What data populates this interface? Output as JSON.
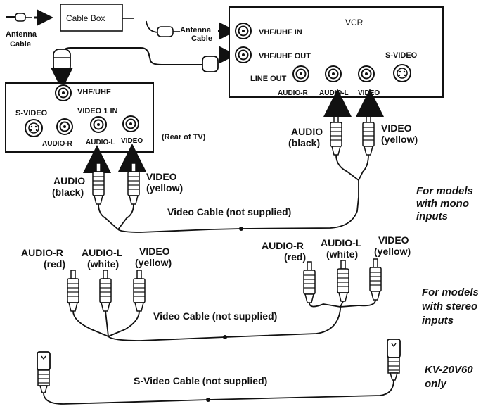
{
  "top": {
    "antenna_cable_line1": "Antenna",
    "antenna_cable_line2": "Cable",
    "cable_box": "Cable Box",
    "antenna_cable2_line1": "Antenna",
    "antenna_cable2_line2": "Cable"
  },
  "vcr": {
    "title": "VCR",
    "vhf_in": "VHF/UHF IN",
    "vhf_out": "VHF/UHF OUT",
    "line_out": "LINE OUT",
    "s_video": "S-VIDEO",
    "audio_r": "AUDIO-R",
    "audio_l": "AUDIO-L",
    "video": "VIDEO"
  },
  "tv": {
    "vhf_uhf": "VHF/UHF",
    "s_video": "S-VIDEO",
    "video1_in": "VIDEO 1 IN",
    "audio_r": "AUDIO-R",
    "audio_l": "AUDIO-L",
    "video": "VIDEO",
    "rear_label": "(Rear of TV)"
  },
  "mono": {
    "left_audio_1": "AUDIO",
    "left_audio_2": "(black)",
    "left_video_1": "VIDEO",
    "left_video_2": "(yellow)",
    "right_audio_1": "AUDIO",
    "right_audio_2": "(black)",
    "right_video_1": "VIDEO",
    "right_video_2": "(yellow)",
    "cable_label": "Video Cable (not supplied)",
    "side_1": "For models",
    "side_2": "with mono",
    "side_3": "inputs"
  },
  "stereo": {
    "l_audio_r_1": "AUDIO-R",
    "l_audio_r_2": "(red)",
    "l_audio_l_1": "AUDIO-L",
    "l_audio_l_2": "(white)",
    "l_video_1": "VIDEO",
    "l_video_2": "(yellow)",
    "r_audio_r_1": "AUDIO-R",
    "r_audio_r_2": "(red)",
    "r_audio_l_1": "AUDIO-L",
    "r_audio_l_2": "(white)",
    "r_video_1": "VIDEO",
    "r_video_2": "(yellow)",
    "cable_label": "Video Cable (not supplied)",
    "side_1": "For models",
    "side_2": "with stereo",
    "side_3": "inputs"
  },
  "svideo": {
    "cable_label": "S-Video Cable (not supplied)",
    "side_1": "KV-20V60",
    "side_2": "only"
  }
}
